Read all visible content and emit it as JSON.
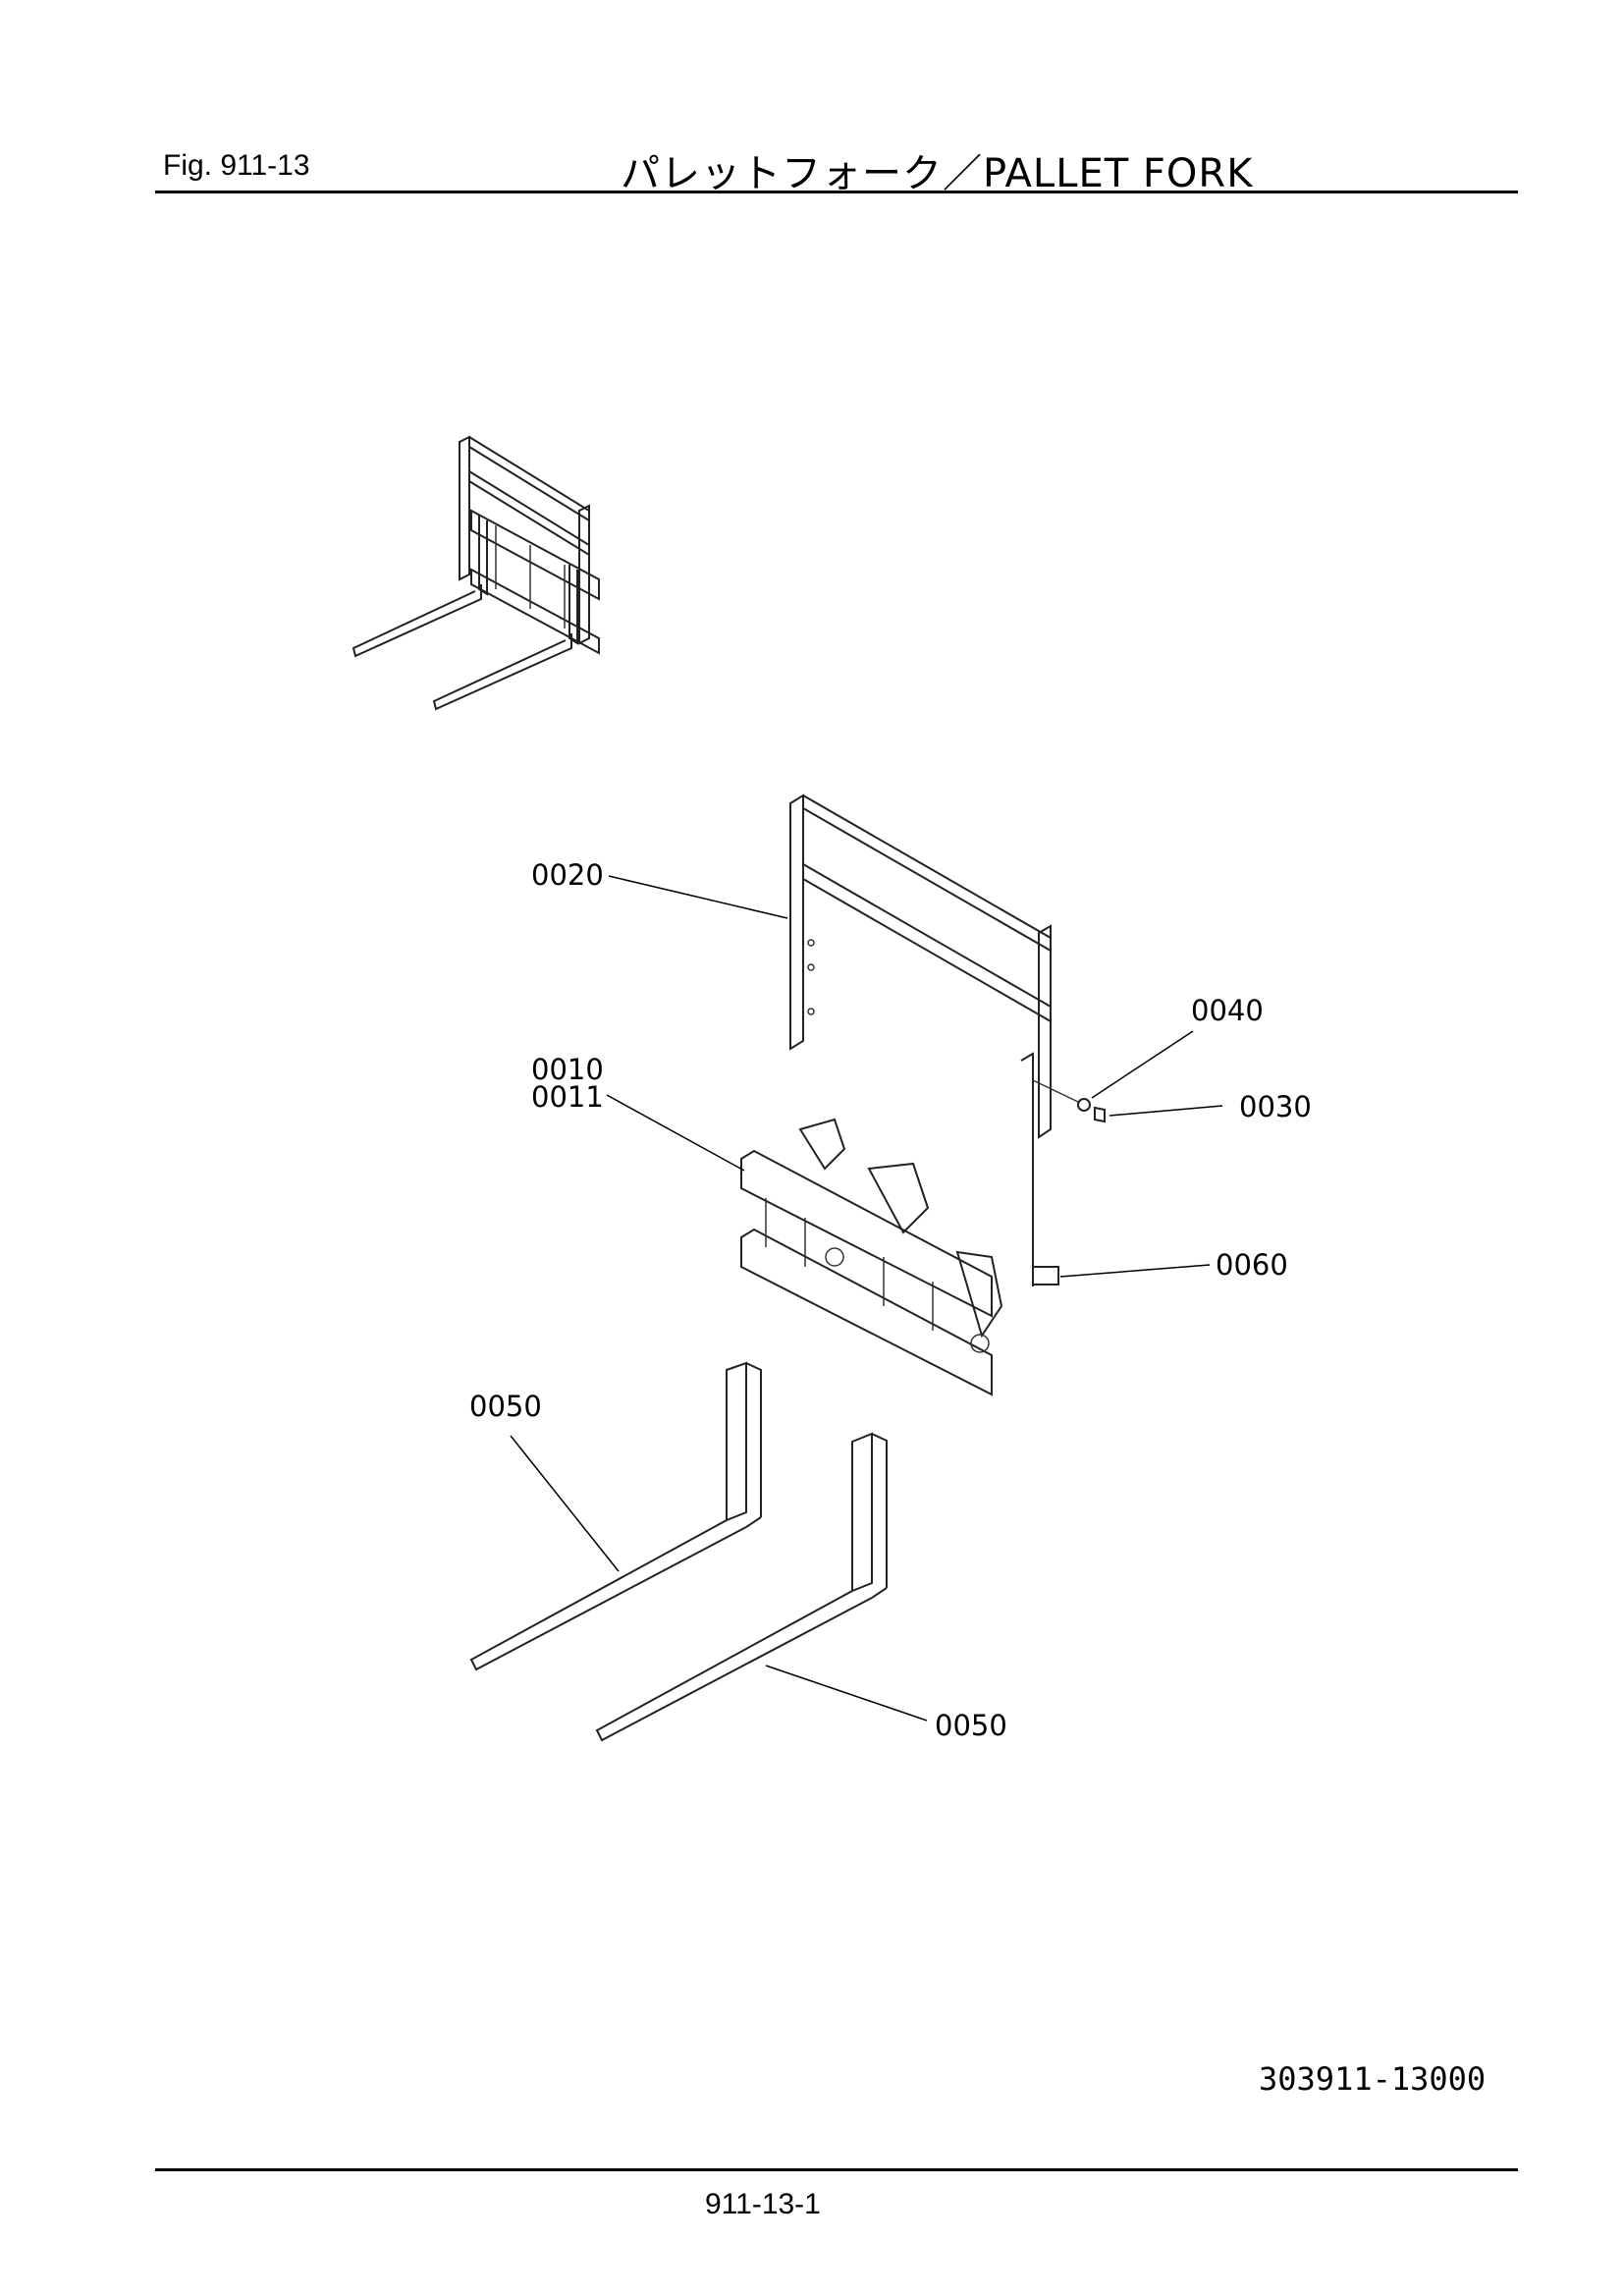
{
  "header": {
    "fig_label": "Fig.  911-13",
    "title": "パレットフォーク／PALLET  FORK"
  },
  "callouts": {
    "c0020": "0020",
    "c0040": "0040",
    "c0010": "0010",
    "c0011": "0011",
    "c0030": "0030",
    "c0060": "0060",
    "c0050a": "0050",
    "c0050b": "0050"
  },
  "footer": {
    "document_number": "303911-13000",
    "page_number": "911-13-1"
  }
}
